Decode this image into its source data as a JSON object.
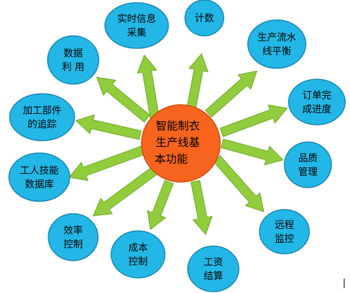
{
  "colors": {
    "node_fill": "#22b7e6",
    "node_stroke": "#1a86b0",
    "center_fill": "#f7641e",
    "center_stroke": "#d04c10",
    "arrow_fill": "#90cc3c",
    "arrow_stroke": "#6fa82a"
  },
  "center": {
    "lines": [
      "智能制衣",
      "生产线基",
      "本功能"
    ]
  },
  "nodes": [
    {
      "id": "realtime-info",
      "lines": [
        "实时信息",
        "采集"
      ]
    },
    {
      "id": "counting",
      "lines": [
        "计数"
      ]
    },
    {
      "id": "line-balance",
      "lines": [
        "生产流水",
        "线平衡"
      ]
    },
    {
      "id": "order-progress",
      "lines": [
        "订单完",
        "成进度"
      ]
    },
    {
      "id": "quality",
      "lines": [
        "品质",
        "管理"
      ]
    },
    {
      "id": "remote-monitor",
      "lines": [
        "远程",
        "监控"
      ]
    },
    {
      "id": "wage-settlement",
      "lines": [
        "工资",
        "结算"
      ]
    },
    {
      "id": "cost-control",
      "lines": [
        "成本",
        "控制"
      ]
    },
    {
      "id": "efficiency-control",
      "lines": [
        "效率",
        "控制"
      ]
    },
    {
      "id": "skill-database",
      "lines": [
        "工人技能",
        "数据库"
      ]
    },
    {
      "id": "parts-tracking",
      "lines": [
        "加工部件",
        "的追踪"
      ]
    },
    {
      "id": "data-usage",
      "lines": [
        "数据",
        "利 用"
      ]
    }
  ]
}
